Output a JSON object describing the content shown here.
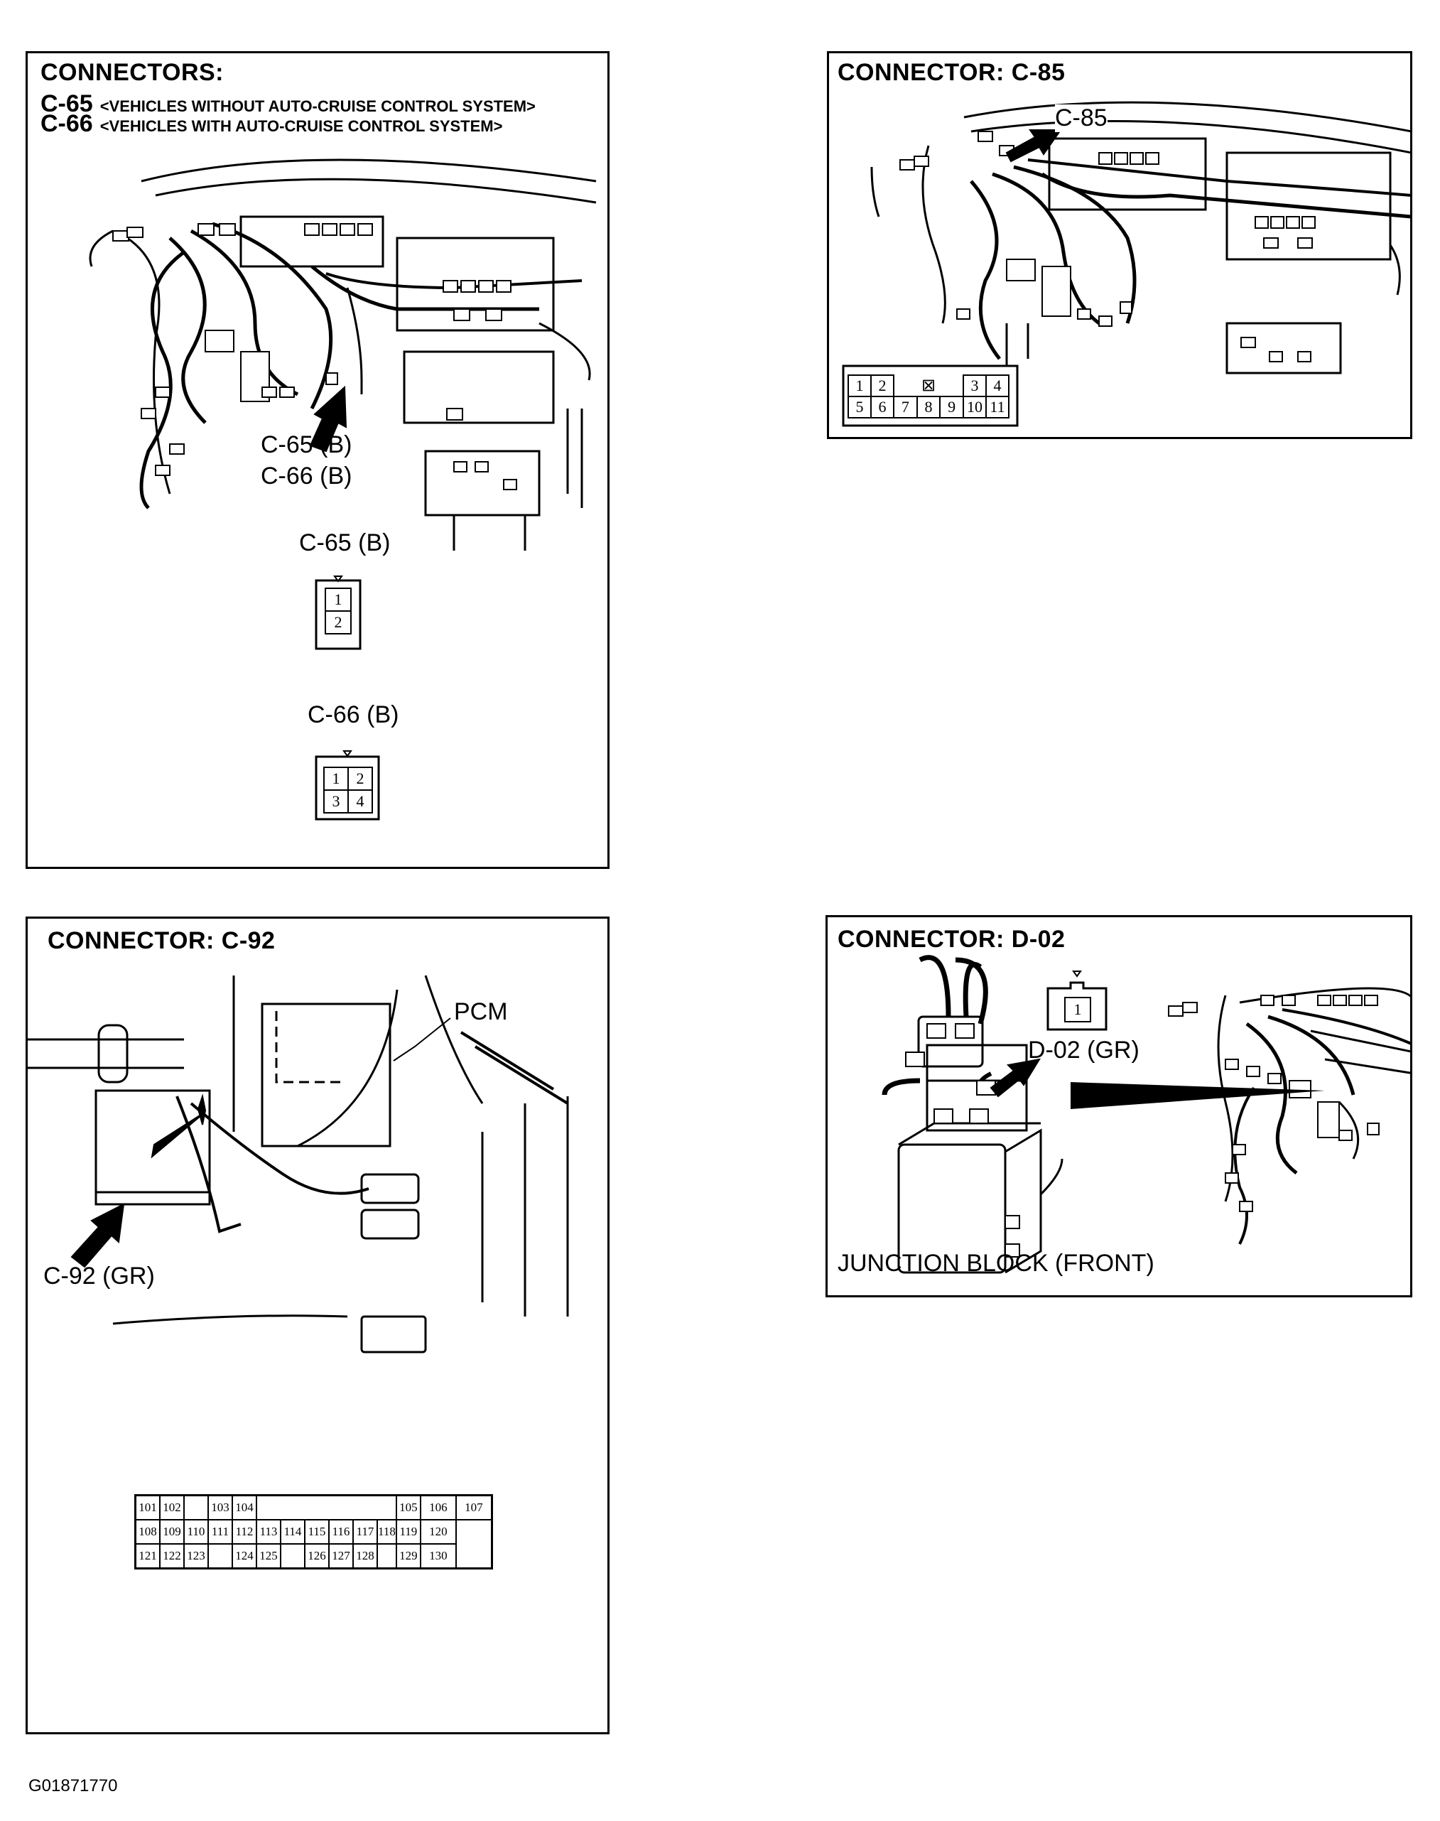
{
  "panel_connectors": {
    "title": "CONNECTORS:",
    "line1_code": "C-65",
    "line1_text": "<VEHICLES WITHOUT AUTO-CRUISE CONTROL SYSTEM>",
    "line2_code": "C-66",
    "line2_text": "<VEHICLES WITH AUTO-CRUISE CONTROL SYSTEM>",
    "callout_a": "C-65 (B)",
    "callout_b": "C-66 (B)",
    "face1_label": "C-65 (B)",
    "face1_pins": [
      "1",
      "2"
    ],
    "face2_label": "C-66 (B)",
    "face2_pins": [
      "1",
      "2",
      "3",
      "4"
    ]
  },
  "panel_c85": {
    "title": "CONNECTOR: C-85",
    "callout": "C-85",
    "pins_row1": [
      "1",
      "2",
      "3",
      "4"
    ],
    "pins_row2": [
      "5",
      "6",
      "7",
      "8",
      "9",
      "10",
      "11"
    ]
  },
  "panel_c92": {
    "title": "CONNECTOR: C-92",
    "pcm_label": "PCM",
    "callout": "C-92 (GR)",
    "row1": [
      "101",
      "102",
      "103",
      "104",
      "105",
      "106",
      "107"
    ],
    "row2": [
      "108",
      "109",
      "110",
      "111",
      "112",
      "113",
      "114",
      "115",
      "116",
      "117",
      "118",
      "119",
      "120"
    ],
    "row3": [
      "121",
      "122",
      "123",
      "124",
      "125",
      "126",
      "127",
      "128",
      "129",
      "130"
    ]
  },
  "panel_d02": {
    "title": "CONNECTOR: D-02",
    "callout": "D-02 (GR)",
    "face_pin": "1",
    "caption": "JUNCTION BLOCK (FRONT)"
  },
  "footer_code": "G01871770"
}
